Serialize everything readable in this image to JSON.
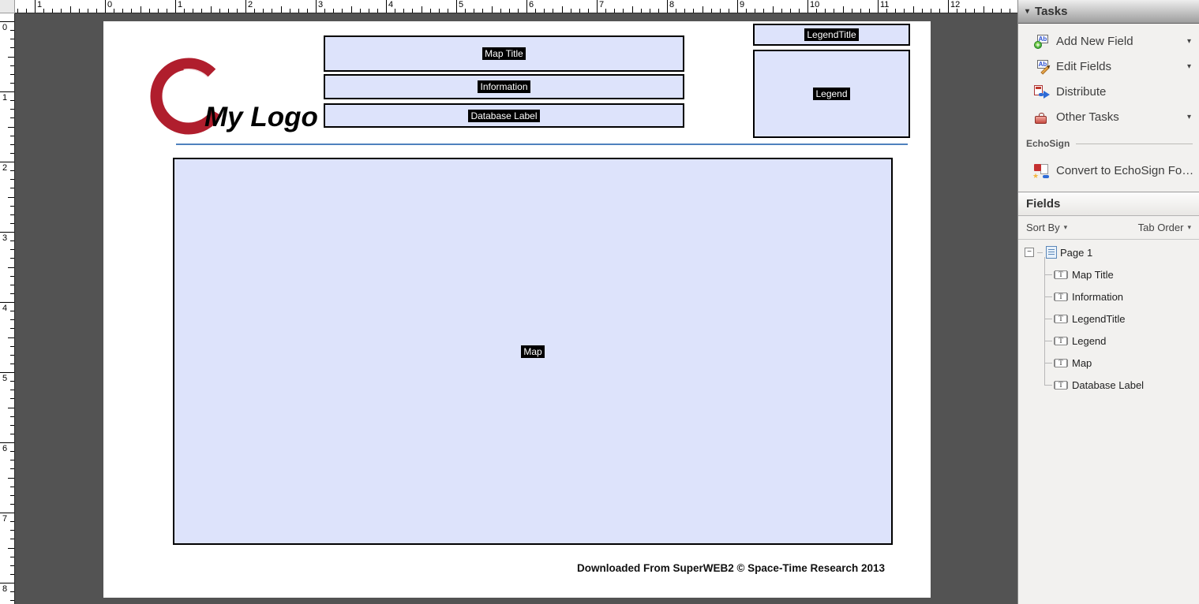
{
  "canvas": {
    "rulers": {
      "top_labels": [
        "1",
        "0",
        "1",
        "2",
        "3",
        "4",
        "5",
        "6",
        "7",
        "8",
        "9",
        "10",
        "11",
        "12"
      ],
      "left_labels": [
        "0",
        "1",
        "2",
        "3",
        "4",
        "5",
        "6",
        "7",
        "8"
      ]
    },
    "page": {
      "logo_text": "My Logo",
      "fields": {
        "map_title": "Map Title",
        "information": "Information",
        "database_label": "Database Label",
        "legend_title": "LegendTitle",
        "legend": "Legend",
        "map": "Map"
      },
      "footer": "Downloaded From SuperWEB2 © Space-Time Research 2013"
    }
  },
  "sidebar": {
    "tasks": {
      "title": "Tasks",
      "items": [
        {
          "label": "Add New Field",
          "icon": "add-new-field-icon",
          "has_dropdown": true
        },
        {
          "label": "Edit Fields",
          "icon": "edit-fields-icon",
          "has_dropdown": true
        },
        {
          "label": "Distribute",
          "icon": "distribute-icon",
          "has_dropdown": false
        },
        {
          "label": "Other Tasks",
          "icon": "other-tasks-icon",
          "has_dropdown": true
        }
      ],
      "echosign_heading": "EchoSign",
      "echosign_item": "Convert to EchoSign Fo…"
    },
    "fields_panel": {
      "title": "Fields",
      "sort_by_label": "Sort By",
      "tab_order_label": "Tab Order",
      "tree": {
        "root": "Page 1",
        "items": [
          "Map Title",
          "Information",
          "LegendTitle",
          "Legend",
          "Map",
          "Database Label"
        ]
      }
    }
  },
  "glyphs": {
    "dropdown": "▾",
    "minus": "−",
    "ab": "Ab",
    "plus": "+",
    "star": "★",
    "tfield": "T"
  },
  "colors": {
    "canvas_bg": "#535353",
    "field_bg": "#dde3fb",
    "field_border": "#000000",
    "chip_bg": "#000000",
    "chip_text": "#ffffff",
    "rule_blue": "#4f81bd",
    "logo_red": "#b01e2d",
    "sidebar_bg": "#f2f1ef"
  }
}
